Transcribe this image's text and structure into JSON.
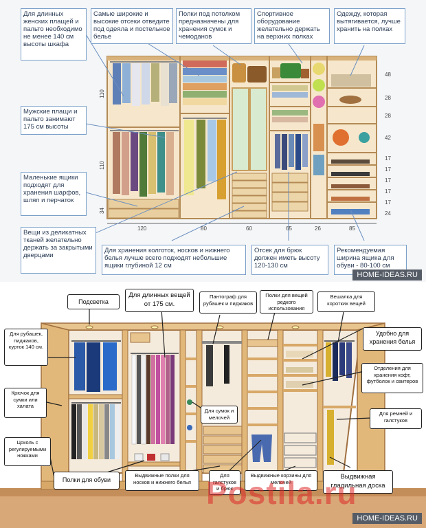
{
  "top": {
    "labels": [
      {
        "id": "women-coats",
        "text": "Для длинных женских плащей и пальто необходимо не менее 140 см высоты шкафа"
      },
      {
        "id": "wide-compartments",
        "text": "Самые широкие и высокие отсеки отведите под одеяла и постельное белье"
      },
      {
        "id": "shelves-ceiling",
        "text": "Полки под потолком предназначены для хранения сумок и чемоданов"
      },
      {
        "id": "sport-equipment",
        "text": "Спортивное оборудование желательно держать на верхних полках"
      },
      {
        "id": "stretch-clothes",
        "text": "Одежду, которая вытягивается, лучше хранить на полках"
      },
      {
        "id": "men-coats",
        "text": "Мужские плащи и пальто занимают 175 см высоты"
      },
      {
        "id": "small-drawers",
        "text": "Маленькие ящики подходят для хранения шарфов, шляп и перчаток"
      },
      {
        "id": "delicate",
        "text": "Вещи из деликатных тканей желательно держать за закрытыми дверцами"
      },
      {
        "id": "tights",
        "text": "Для хранения колготок, носков и нижнего белья лучше всего подходят небольшие ящики глубиной 12 см"
      },
      {
        "id": "trousers",
        "text": "Отсек для брюк должен иметь высоту 120-130 см"
      },
      {
        "id": "shoe-drawer",
        "text": "Рекомендуемая ширина ящика для обуви - 80-100 см"
      }
    ],
    "dims_bottom": [
      "120",
      "80",
      "60",
      "65",
      "26",
      "85"
    ],
    "dims_left": [
      "110",
      "110",
      "34"
    ],
    "dims_right": [
      "48",
      "28",
      "28",
      "42",
      "17",
      "17",
      "17",
      "17",
      "17",
      "24"
    ],
    "watermark": "HOME-IDEAS.RU"
  },
  "bottom": {
    "labels": [
      {
        "id": "lighting",
        "text": "Подсветка"
      },
      {
        "id": "long-clothes",
        "text": "Для длинных вещей от 175 см."
      },
      {
        "id": "pantograph",
        "text": "Пантограф для рубашек и пиджаков"
      },
      {
        "id": "rare-items",
        "text": "Полки для вещей редкого использования"
      },
      {
        "id": "short-hanger",
        "text": "Вешалка для коротких вещей"
      },
      {
        "id": "shirts-jackets",
        "text": "Для рубашек, пиджаков, курток 140 см."
      },
      {
        "id": "underwear",
        "text": "Удобно для хранения белья"
      },
      {
        "id": "bags",
        "text": "Для сумок и мелочей"
      },
      {
        "id": "sweaters",
        "text": "Отделения для хранения кофт, футболок и свитеров"
      },
      {
        "id": "hook",
        "text": "Крючок для сумки или халата"
      },
      {
        "id": "belts",
        "text": "Для ремней и галстуков"
      },
      {
        "id": "plinth",
        "text": "Цоколь с регулируемыми ножками"
      },
      {
        "id": "shoe-shelves",
        "text": "Полки для обуви"
      },
      {
        "id": "sock-drawers",
        "text": "Выдвижные полки для носков и нижнего белья"
      },
      {
        "id": "ties",
        "text": "Для галстуков и брюк"
      },
      {
        "id": "baskets",
        "text": "Выдвижные корзины для мелочей"
      },
      {
        "id": "ironing",
        "text": "Выдвижная гладильная доска"
      }
    ],
    "watermark": "HOME-IDEAS.RU",
    "watermark2": "Postila.ru"
  },
  "colors": {
    "wood": "#e8c58e",
    "wood_dark": "#c99a5a",
    "label_border": "#7aa0c8",
    "floor": "#d9a878"
  }
}
